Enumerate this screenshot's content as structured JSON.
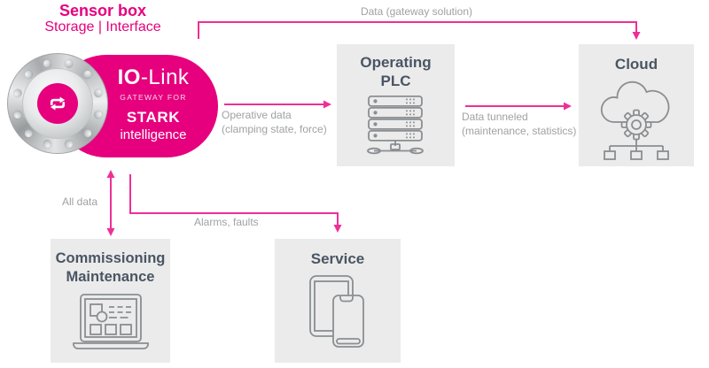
{
  "header": {
    "title": "Sensor box",
    "subtitle": "Storage | Interface"
  },
  "gateway": {
    "product_bold": "IO",
    "product_rest": "-Link",
    "tagline": "GATEWAY FOR",
    "brand": "STARK",
    "brand_sub": "intelligence",
    "center_icon": "swap-arrows-icon"
  },
  "nodes": {
    "plc": {
      "line1": "Operating",
      "line2": "PLC",
      "icon": "server-rack-icon"
    },
    "cloud": {
      "label": "Cloud",
      "icon": "cloud-gear-network-icon"
    },
    "commissioning": {
      "line1": "Commissioning",
      "line2": "Maintenance",
      "icon": "laptop-icon"
    },
    "service": {
      "label": "Service",
      "icon": "tablet-phone-icon"
    }
  },
  "flows": {
    "gateway_to_cloud": {
      "label": "Data (gateway solution)"
    },
    "gateway_to_plc": {
      "line1": "Operative data",
      "line2": "(clamping state, force)"
    },
    "plc_to_cloud": {
      "line1": "Data tunneled",
      "line2": "(maintenance, statistics)"
    },
    "gateway_commissioning": {
      "label": "All data"
    },
    "gateway_to_service": {
      "label": "Alarms, faults"
    }
  },
  "colors": {
    "magenta": "#e6007e",
    "arrow_pink": "#ee2f96",
    "box_background": "#ebebeb",
    "node_title_text": "#4a5563",
    "icon_stroke": "#8b8e91",
    "flow_label_text": "#9fa1a3"
  }
}
